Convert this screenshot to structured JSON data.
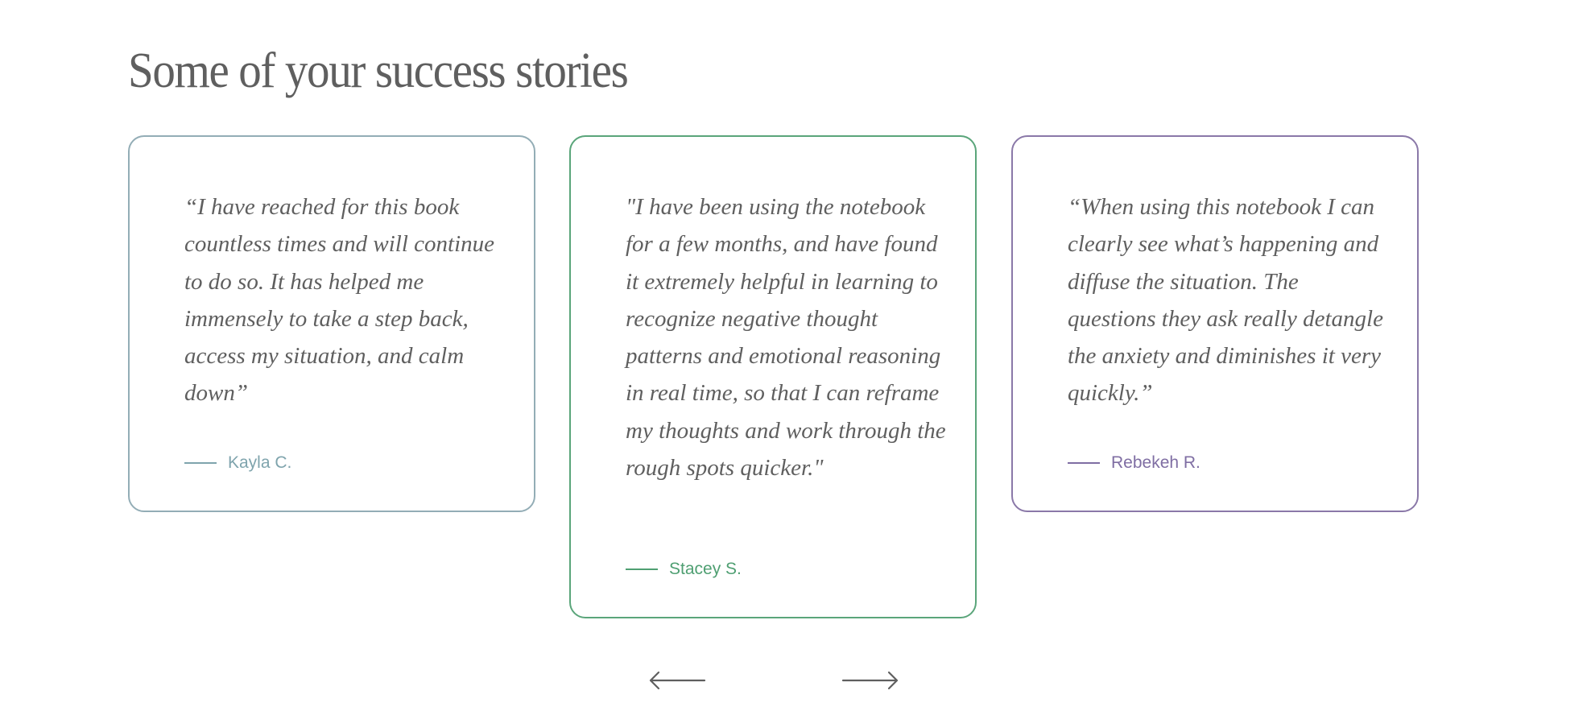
{
  "section": {
    "title": "Some of your success stories"
  },
  "testimonials": [
    {
      "quote": "“I have reached for this book countless times and will continue to do so. It has helped me immensely to take a step back, access my situation, and calm down”",
      "author": "Kayla C.",
      "border_color": "#93adb6",
      "accent_color": "#7fa4ad"
    },
    {
      "quote": "\"I have been using the notebook for a few months, and have found it extremely helpful in learning to recognize negative thought patterns and emotional reasoning in real time, so that I can reframe my thoughts and work through the rough spots quicker.\"",
      "author": "Stacey S.",
      "border_color": "#5aa57a",
      "accent_color": "#4f9f72"
    },
    {
      "quote": "“When using this notebook I can clearly see what’s happening and diffuse the situation. The questions they ask really detangle the anxiety and diminishes it very quickly.”",
      "author": "Rebekeh R.",
      "border_color": "#8a78a8",
      "accent_color": "#7f6ea3"
    }
  ],
  "navigation": {
    "prev_icon": "arrow-left-icon",
    "next_icon": "arrow-right-icon",
    "arrow_color": "#5f5f5f"
  }
}
